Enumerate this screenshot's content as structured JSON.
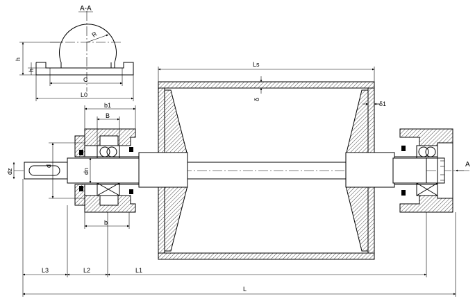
{
  "section": {
    "title": "A-A",
    "radius_label": "R"
  },
  "view_arrow": {
    "label": "A"
  },
  "dimensions": {
    "h": "h",
    "h1": "h",
    "C": "C",
    "L0": "L0",
    "Ls": "Ls",
    "delta": "δ",
    "delta1": "δ1",
    "b1": "b1",
    "B": "B",
    "b": "b",
    "dn": "dn",
    "dz": "dz",
    "d": "d",
    "L3": "L3",
    "L2": "L2",
    "L1": "L1",
    "L": "L"
  }
}
